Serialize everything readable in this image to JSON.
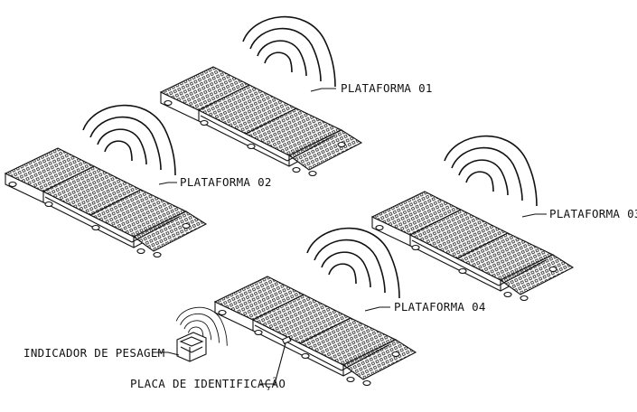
{
  "labels": {
    "plataforma_01": "PLATAFORMA 01",
    "plataforma_02": "PLATAFORMA 02",
    "plataforma_03": "PLATAFORMA 03",
    "plataforma_04": "PLATAFORMA 04",
    "indicador": "INDICADOR DE PESAGEM",
    "placa": "PLACA  DE IDENTIFICAÇÃO"
  },
  "colors": {
    "ink": "#111111",
    "background": "#ffffff",
    "tread": "#d8d8d8"
  },
  "icons": [
    "wireless-signal-icon",
    "weighing-indicator-icon"
  ]
}
